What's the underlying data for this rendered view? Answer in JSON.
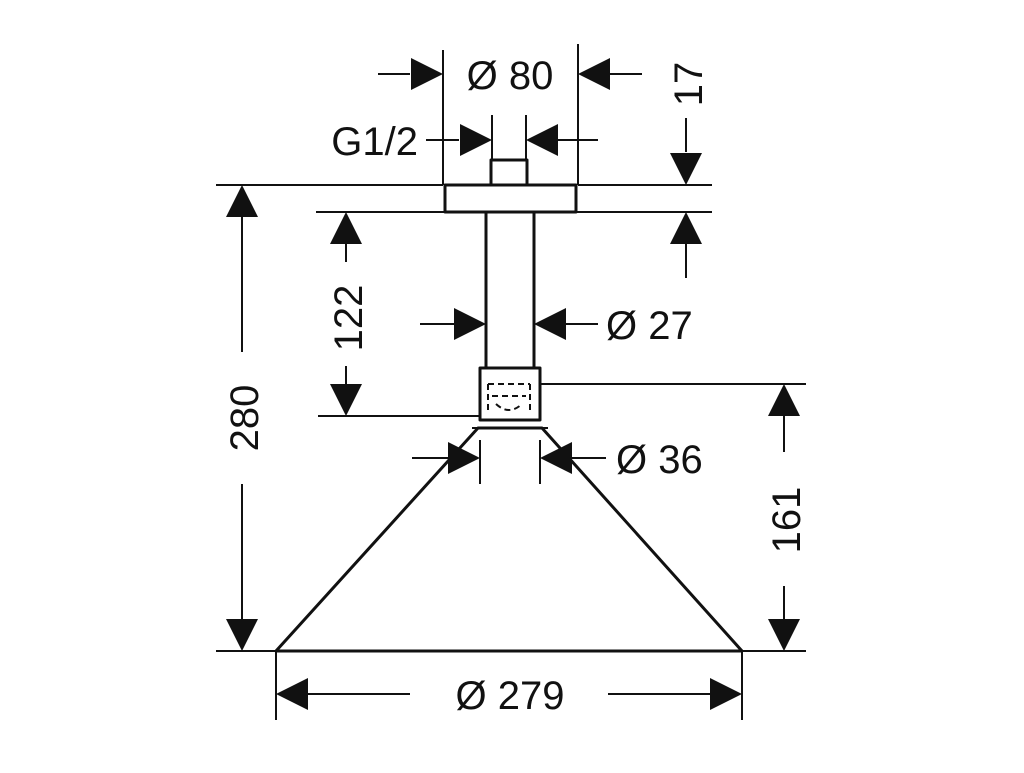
{
  "dimensions": {
    "mount_diameter": "Ø 80",
    "thread": "G1/2",
    "mount_height": "17",
    "arm_length": "122",
    "arm_diameter": "Ø 27",
    "total_height": "280",
    "joint_diameter": "Ø 36",
    "head_height": "161",
    "head_diameter": "Ø 279"
  },
  "colors": {
    "line": "#111111",
    "background": "#ffffff"
  }
}
